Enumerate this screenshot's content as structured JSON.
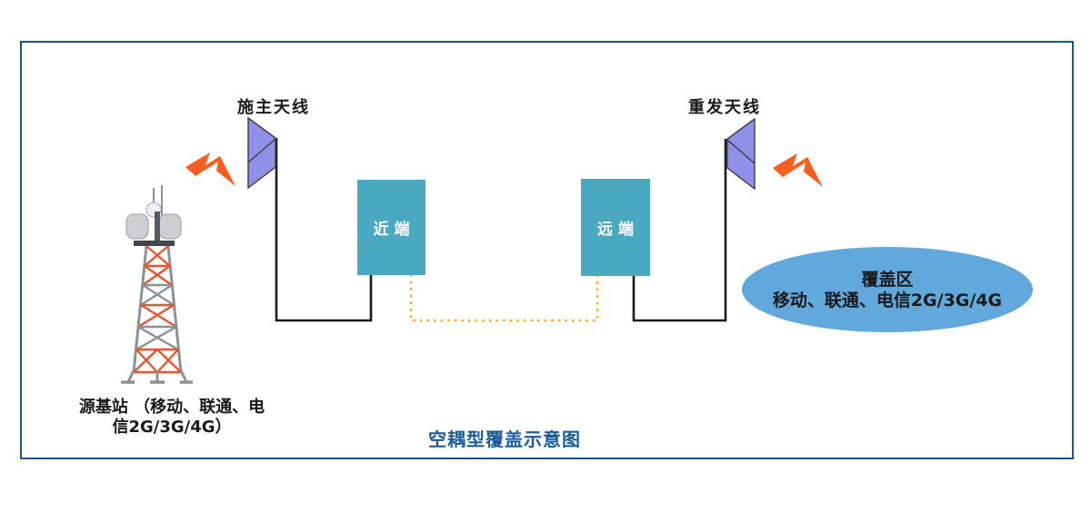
{
  "diagram": {
    "title": "空耦型覆盖示意图",
    "donor_antenna_label": "施主天线",
    "repeater_antenna_label": "重发天线",
    "near_unit_label": "近端",
    "far_unit_label": "远端",
    "source_station": {
      "line1": "源基站 （移动、联通、电",
      "line2": "信2G/3G/4G）"
    },
    "coverage_area": {
      "line1": "覆盖区",
      "line2": "移动、联通、电信2G/3G/4G"
    },
    "icons": {
      "tower": "cell-tower-icon",
      "donor_antenna": "panel-antenna-icon",
      "repeater_antenna": "panel-antenna-icon",
      "wireless_signal": "lightning-bolt-icon"
    },
    "colors": {
      "frame_border": "#15568f",
      "title_text": "#1d5b9b",
      "unit_box": "#48a9c0",
      "unit_box_text": "#ffffff",
      "antenna_fill": "#8f91e8",
      "coverage_ellipse": "#61a8dc",
      "lightning": "#f95d20",
      "dotted_link": "#ffa81c",
      "cable": "#1a1a1a",
      "tower_orange": "#e8542c",
      "tower_gray": "#8a9298",
      "label_text": "#1a1a1a"
    }
  }
}
